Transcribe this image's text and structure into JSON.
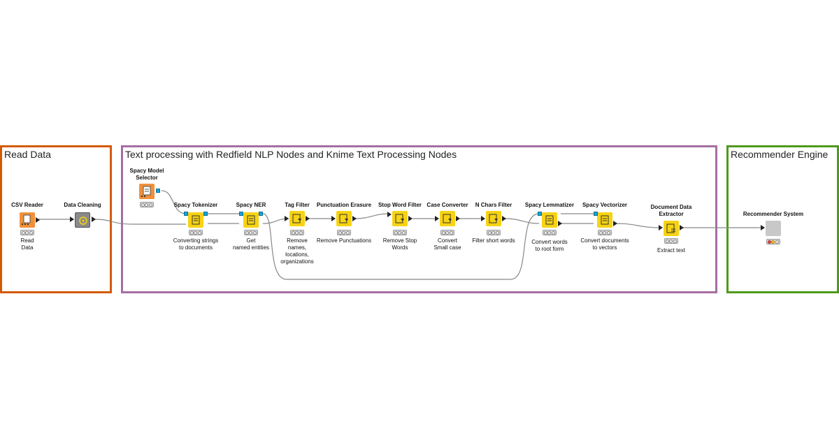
{
  "annotations": [
    {
      "title": "Read Data",
      "color": "#d35a00"
    },
    {
      "title": "Text processing with Redfield NLP Nodes and Knime Text Processing Nodes",
      "color": "#a56ea3"
    },
    {
      "title": "Recommender Engine",
      "color": "#4e9a1c"
    }
  ],
  "nodes": [
    {
      "id": "csv-reader",
      "title": "CSV Reader",
      "description": "Read\nData",
      "color": "#f0913a",
      "icon": "file-reader-icon",
      "status": "idle"
    },
    {
      "id": "data-cleaning",
      "title": "Data Cleaning",
      "description": "",
      "color": "#8a8a8a",
      "icon": "metanode-icon",
      "status": "none"
    },
    {
      "id": "spacy-model-selector",
      "title": "Spacy Model\nSelector",
      "description": "",
      "color": "#f0913a",
      "icon": "model-selector-icon",
      "status": "idle"
    },
    {
      "id": "spacy-tokenizer",
      "title": "Spacy Tokenizer",
      "description": "Converting strings\nto documents",
      "color": "#f7d313",
      "icon": "text-processing-icon",
      "status": "idle"
    },
    {
      "id": "spacy-ner",
      "title": "Spacy NER",
      "description": "Get\nnamed entities",
      "color": "#f7d313",
      "icon": "text-processing-icon",
      "status": "idle"
    },
    {
      "id": "tag-filter",
      "title": "Tag Filter",
      "description": "Remove\nnames,\nlocations,\norganizations",
      "color": "#f7d313",
      "icon": "text-processing-icon",
      "status": "idle"
    },
    {
      "id": "punctuation-erasure",
      "title": "Punctuation Erasure",
      "description": "Remove Punctuations",
      "color": "#f7d313",
      "icon": "text-processing-icon",
      "status": "idle"
    },
    {
      "id": "stop-word-filter",
      "title": "Stop Word Filter",
      "description": "Remove Stop\nWords",
      "color": "#f7d313",
      "icon": "text-processing-icon",
      "status": "idle"
    },
    {
      "id": "case-converter",
      "title": "Case Converter",
      "description": "Convert\nSmall case",
      "color": "#f7d313",
      "icon": "text-processing-icon",
      "status": "idle"
    },
    {
      "id": "n-chars-filter",
      "title": "N Chars Filter",
      "description": "Filter short words",
      "color": "#f7d313",
      "icon": "text-processing-icon",
      "status": "idle"
    },
    {
      "id": "spacy-lemmatizer",
      "title": "Spacy Lemmatizer",
      "description": "Convert words\nto root form",
      "color": "#f7d313",
      "icon": "text-processing-icon",
      "status": "idle"
    },
    {
      "id": "spacy-vectorizer",
      "title": "Spacy Vectorizer",
      "description": "Convert documents\nto vectors",
      "color": "#f7d313",
      "icon": "text-processing-icon",
      "status": "idle"
    },
    {
      "id": "document-data-extractor",
      "title": "Document Data\nExtractor",
      "description": "Extract text",
      "color": "#f7d313",
      "icon": "text-processing-icon",
      "status": "idle"
    },
    {
      "id": "recommender-system",
      "title": "Recommender System",
      "description": "",
      "color": "#c8c8c8",
      "icon": "component-icon",
      "status": "error"
    }
  ],
  "status_colors": {
    "idle": "#f4f4f4",
    "error": "#e8483c",
    "warning": "#f7c52b"
  }
}
